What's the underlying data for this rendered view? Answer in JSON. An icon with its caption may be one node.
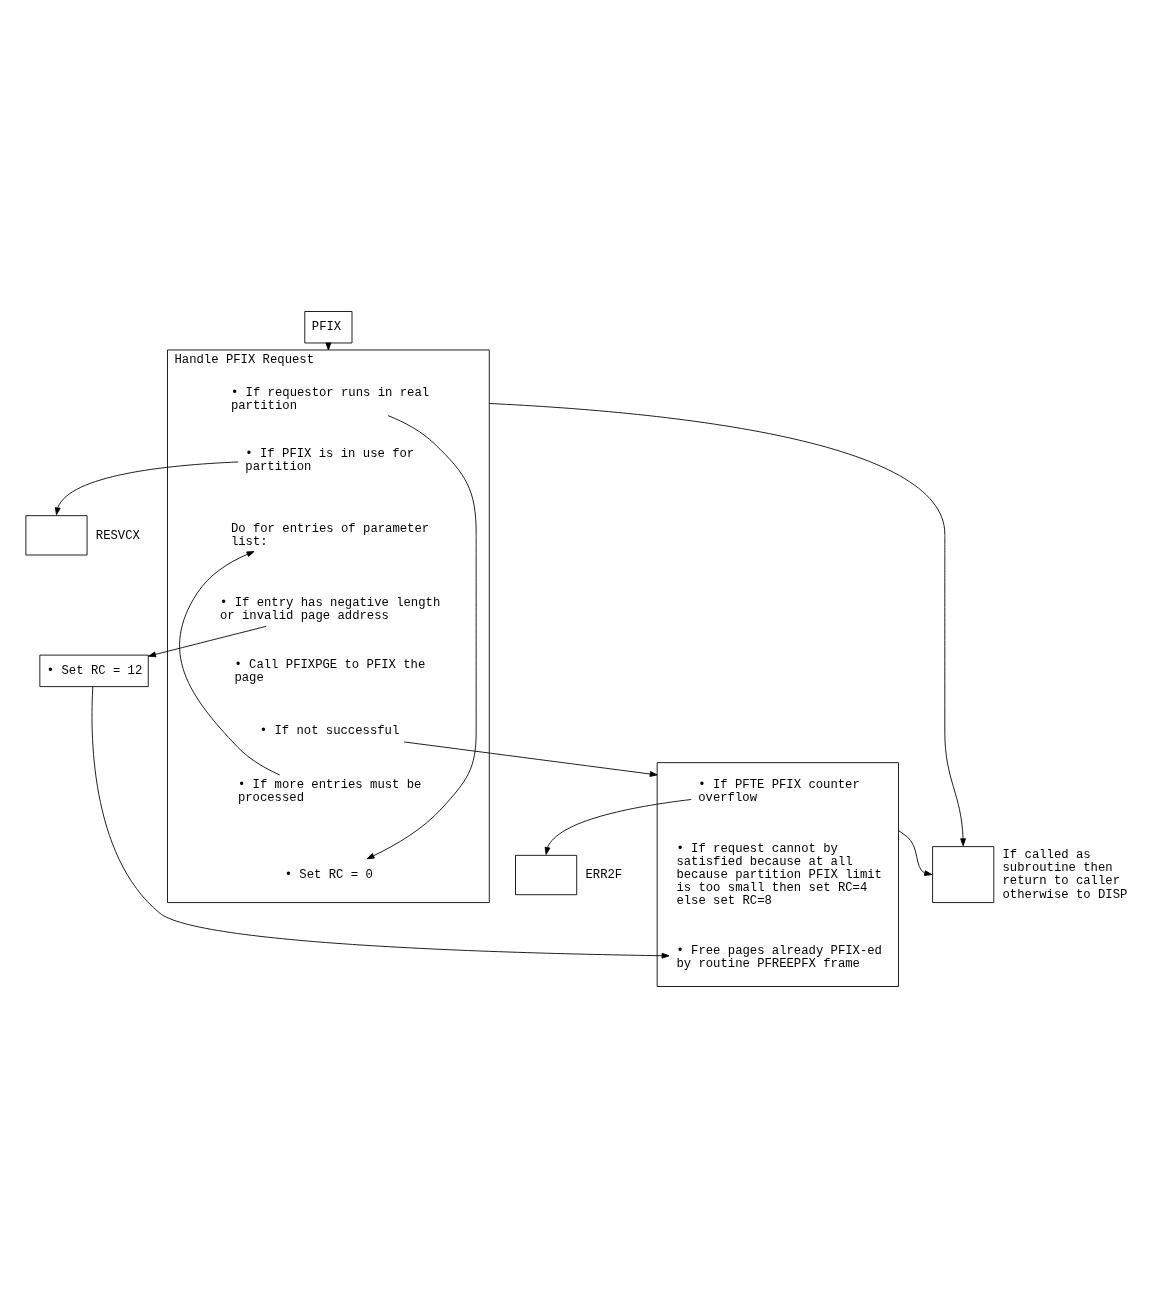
{
  "diagram": {
    "nodes": [
      {
        "text": [
          "PFIX"
        ]
      },
      {
        "text": [
          "Handle PFIX Request"
        ]
      },
      {
        "text": [
          "• If requestor runs in real partition"
        ],
        "in": 1
      },
      {
        "text": [
          "• If PFIX is in use for partition"
        ],
        "in": 1
      },
      {
        "text": [
          "Do for entries of parameter list:"
        ],
        "in": 1
      },
      {
        "text": [
          "• If entry has negative length or invalid page address"
        ],
        "in": 1
      },
      {
        "text": [
          "• Call PFIXPGE to PFIX the page"
        ],
        "in": 1
      },
      {
        "text": [
          "• If not successful"
        ],
        "in": 1
      },
      {
        "text": [
          "• If more entries must be processed"
        ],
        "in": 1
      },
      {
        "text": [
          "• Set RC = 0"
        ],
        "in": 1
      },
      {
        "text": [],
        "shape": "box",
        "beside": [
          "RESVCX"
        ]
      },
      {
        "text": [
          "• Set RC = 12"
        ]
      },
      {
        "text": [],
        "shape": "box"
      },
      {
        "text": [
          "• If PFTE PFIX counter overflow"
        ],
        "in": 12
      },
      {
        "text": [
          "• If request cannot by satisfied because at all because partition PFIX limit is too small then set RC=4 else set RC=8"
        ],
        "in": 12
      },
      {
        "text": [
          "• Free pages already PFIX-ed by routine PFREEPFX frame"
        ],
        "in": 12
      },
      {
        "text": [],
        "shape": "box",
        "beside": [
          "If called as subroutine then return to caller otherwise to DISP"
        ]
      },
      {
        "text": [],
        "shape": "box",
        "beside": [
          "ERR2F"
        ]
      }
    ],
    "edges": [
      {
        "from": 0,
        "to": 1,
        "arrow": "to"
      },
      {
        "from": 2,
        "to": 9,
        "arrow": "to"
      },
      {
        "from": 3,
        "to": 10,
        "arrow": "to"
      },
      {
        "from": 5,
        "to": 11,
        "arrow": "to"
      },
      {
        "from": 7,
        "to": 12,
        "arrow": "to"
      },
      {
        "from": 8,
        "to": 4,
        "arrow": "to"
      },
      {
        "from": 11,
        "to": 15,
        "arrow": "to"
      },
      {
        "from": 13,
        "to": 17,
        "arrow": "to"
      },
      {
        "from": 1,
        "to": 16,
        "arrow": "to"
      },
      {
        "from": 12,
        "to": 16,
        "arrow": "to"
      }
    ]
  }
}
